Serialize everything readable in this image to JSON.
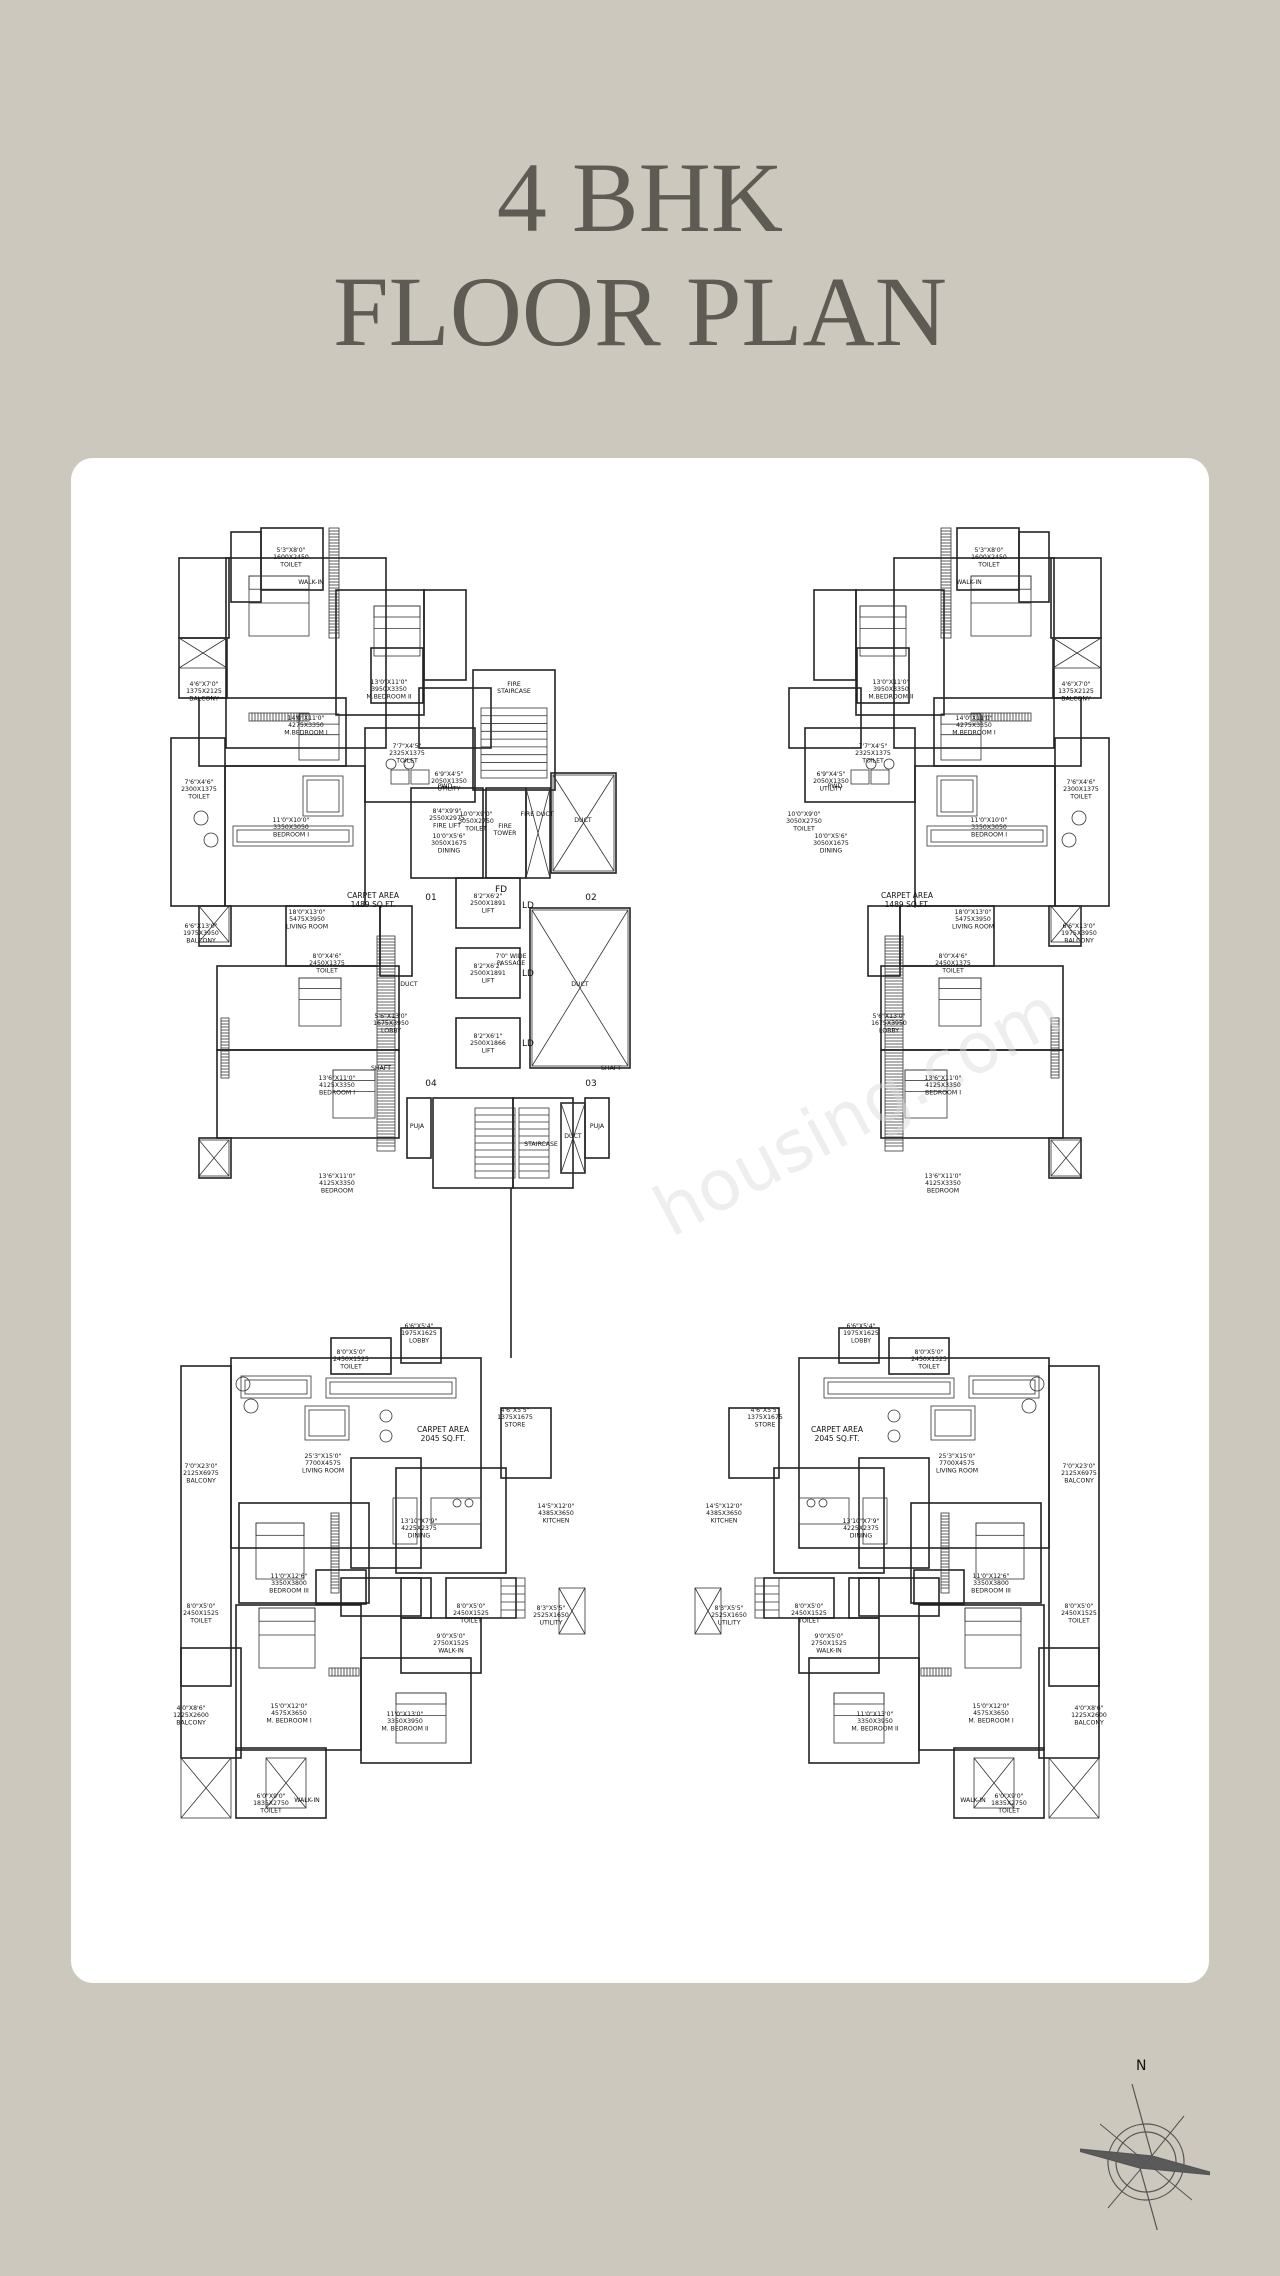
{
  "title": {
    "line1": "4 BHK",
    "line2": "FLOOR PLAN"
  },
  "compass": {
    "north": "N"
  },
  "watermark": "housing.com",
  "plan": {
    "flat_tags": {
      "f1": "01",
      "f2": "02",
      "f3": "03",
      "f4": "04"
    },
    "core": {
      "fire_staircase": "FIRE\nSTAIRCASE",
      "fire_tower": "FIRE\nTOWER",
      "fire_lift": "8'4\"X9'9\"\n2550X2975\nFIRE LIFT",
      "fire_duct": "FIRE DUCT",
      "fd": "FD",
      "duct_top": "DUCT",
      "duct_mid": "DUCT",
      "duct_small": "DUCT",
      "duct_low": "DUCT",
      "lift1": "8'2\"X6'2\"\n2500X1891\nLIFT",
      "lift2": "8'2\"X6'2\"\n2500X1891\nLIFT",
      "lift3": "8'2\"X6'1\"\n2500X1866\nLIFT",
      "ld1": "LD",
      "ld2": "LD",
      "ld3": "LD",
      "passage": "7'0\" WIDE\nPASSAGE",
      "staircase": "STAIRCASE",
      "shaft1": "SHAFT",
      "shaft2": "SHAFT",
      "puja1": "PUJA",
      "puja2": "PUJA"
    },
    "flat_top_left": {
      "toilet_a": "5'3\"X8'0\"\n1600X2450\nTOILET",
      "walkin_a": "WALK-IN",
      "balcony_a": "4'6\"X7'0\"\n1375X2125\nBALCONY",
      "mbed1": "14'0\"X11'0\"\n4275X3350\nM.BEDROOM I",
      "mbed2": "13'0\"X11'0\"\n3950X3350\nM.BEDROOM II",
      "toilet_b": "7'7\"X4'5\"\n2325X1375\nTOILET",
      "toilet_c": "7'6\"X4'6\"\n2300X1375\nTOILET",
      "pwd": "PWD",
      "bed1": "11'0\"X10'0\"\n3350X3050\nBEDROOM I",
      "utility": "6'9\"X4'5\"\n2050X1350\nUTILITY",
      "toilet_d": "10'0\"X9'0\"\n3050X2750\nTOILET",
      "dining": "10'0\"X5'6\"\n3050X1675\nDINING",
      "balcony_b": "6'6\"X13'0\"\n1975X3950\nBALCONY",
      "living": "18'0\"X13'0\"\n5475X3950\nLIVING ROOM",
      "carpet": "CARPET AREA\n1489 SQ.FT.",
      "toilet_e": "8'0\"X4'6\"\n2450X1375\nTOILET",
      "lobby": "5'6\"X13'0\"\n1675X3950\nLOBBY",
      "bed_i": "13'6\"X11'0\"\n4125X3350\nBEDROOM I",
      "bed_ii": "13'6\"X11'0\"\n4125X3350\nBEDROOM"
    },
    "flat_top_right": {
      "toilet_a": "5'3\"X8'0\"\n1600X2450\nTOILET",
      "walkin_a": "WALK-IN",
      "balcony_a": "4'6\"X7'0\"\n1375X2125\nBALCONY",
      "mbed1": "14'0\"X11'0\"\n4275X3350\nM.BEDROOM I",
      "mbed2": "13'0\"X11'0\"\n3950X3350\nM.BEDROOM II",
      "toilet_b": "7'7\"X4'5\"\n2325X1375\nTOILET",
      "toilet_c": "7'6\"X4'6\"\n2300X1375\nTOILET",
      "pwd": "PWD",
      "bed1": "11'0\"X10'0\"\n3350X3050\nBEDROOM I",
      "utility": "6'9\"X4'5\"\n2050X1350\nUTILITY",
      "toilet_d": "10'0\"X9'0\"\n3050X2750\nTOILET",
      "dining": "10'0\"X5'6\"\n3050X1675\nDINING",
      "balcony_b": "6'6\"X13'0\"\n1975X3950\nBALCONY",
      "living": "18'0\"X13'0\"\n5475X3950\nLIVING ROOM",
      "carpet": "CARPET AREA\n1489 SQ.FT.",
      "toilet_e": "8'0\"X4'6\"\n2450X1375\nTOILET",
      "lobby": "5'6\"X13'0\"\n1675X3950\nLOBBY",
      "bed_i": "13'6\"X11'0\"\n4125X3350\nBEDROOM I",
      "bed_ii": "13'6\"X11'0\"\n4125X3350\nBEDROOM"
    },
    "flat_bottom_left": {
      "toilet_a": "8'0\"X5'0\"\n2450X1525\nTOILET",
      "lobby": "6'6\"X5'4\"\n1975X1625\nLOBBY",
      "living": "25'3\"X15'0\"\n7700X4575\nLIVING ROOM",
      "balcony": "7'0\"X23'0\"\n2125X6975\nBALCONY",
      "carpet": "CARPET AREA\n2045 SQ.FT.",
      "store": "4'6\"X5'5\"\n1375X1675\nSTORE",
      "kitchen": "14'5\"X12'0\"\n4385X3650\nKITCHEN",
      "dining": "13'10\"X7'9\"\n4225X2375\nDINING",
      "bed3": "11'0\"X12'6\"\n3350X3800\nBEDROOM III",
      "toilet_b": "8'0\"X5'0\"\n2450X1525\nTOILET",
      "toilet_c": "8'0\"X5'0\"\n2450X1525\nTOILET",
      "utility": "8'3\"X5'5\"\n2525X1650\nUTILITY",
      "walkin": "9'0\"X5'0\"\n2750X1525\nWALK-IN",
      "mbed1": "15'0\"X12'0\"\n4575X3650\nM. BEDROOM I",
      "balcony_b": "4'0\"X8'6\"\n1225X2600\nBALCONY",
      "mbed2": "11'0\"X13'0\"\n3350X3950\nM. BEDROOM II",
      "toilet_d": "6'0\"X9'0\"\n1835X2750\nTOILET",
      "walkin_b": "WALK-IN"
    },
    "flat_bottom_right": {
      "toilet_a": "8'0\"X5'0\"\n2450X1525\nTOILET",
      "lobby": "6'6\"X5'4\"\n1975X1625\nLOBBY",
      "living": "25'3\"X15'0\"\n7700X4575\nLIVING ROOM",
      "balcony": "7'0\"X23'0\"\n2125X6975\nBALCONY",
      "carpet": "CARPET AREA\n2045 SQ.FT.",
      "store": "4'6\"X5'5\"\n1375X1675\nSTORE",
      "kitchen": "14'5\"X12'0\"\n4385X3650\nKITCHEN",
      "dining": "13'10\"X7'9\"\n4225X2375\nDINING",
      "bed3": "11'0\"X12'6\"\n3350X3800\nBEDROOM III",
      "toilet_b": "8'0\"X5'0\"\n2450X1525\nTOILET",
      "toilet_c": "8'0\"X5'0\"\n2450X1525\nTOILET",
      "utility": "8'3\"X5'5\"\n2525X1650\nUTILITY",
      "walkin": "9'0\"X5'0\"\n2750X1525\nWALK-IN",
      "mbed1": "15'0\"X12'0\"\n4575X3650\nM. BEDROOM I",
      "balcony_b": "4'0\"X8'6\"\n1225X2600\nBALCONY",
      "mbed2": "11'0\"X13'0\"\n3350X3950\nM. BEDROOM II",
      "toilet_d": "6'0\"X9'0\"\n1835X2750\nTOILET",
      "walkin_b": "WALK-IN"
    }
  }
}
